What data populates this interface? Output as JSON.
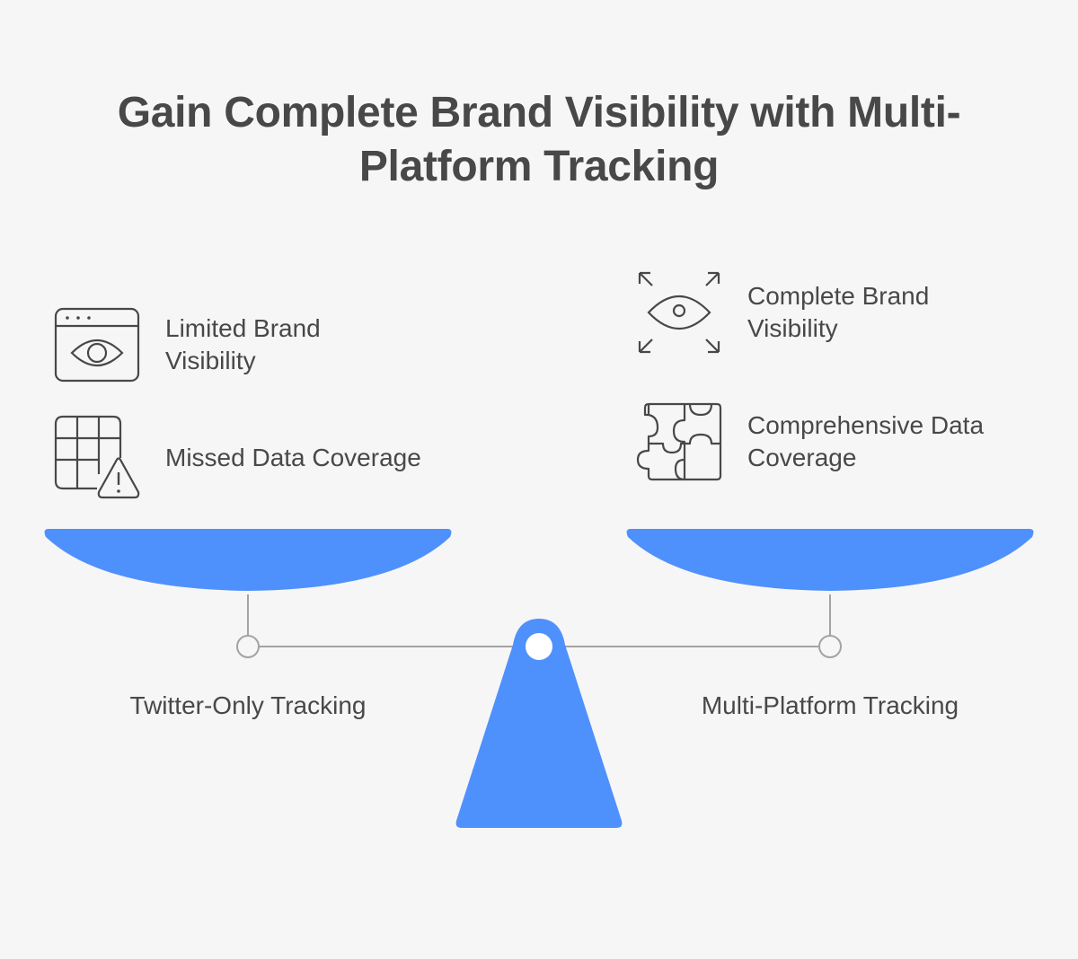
{
  "title": {
    "line1": "Gain Complete Brand Visibility with Multi-",
    "line2": "Platform Tracking"
  },
  "left": {
    "label": "Twitter-Only Tracking",
    "items": [
      {
        "icon": "browser-eye-icon",
        "line1": "Limited Brand",
        "line2": "Visibility"
      },
      {
        "icon": "grid-warning-icon",
        "line1": "Missed Data Coverage"
      }
    ]
  },
  "right": {
    "label": "Multi-Platform Tracking",
    "items": [
      {
        "icon": "eye-expand-icon",
        "line1": "Complete Brand",
        "line2": "Visibility"
      },
      {
        "icon": "puzzle-icon",
        "line1": "Comprehensive Data",
        "line2": "Coverage"
      }
    ]
  },
  "colors": {
    "background": "#f7f6f7",
    "accent": "#4f91fc",
    "text": "#484848",
    "icon_stroke": "#484848",
    "beam": "#a3a3a3"
  }
}
